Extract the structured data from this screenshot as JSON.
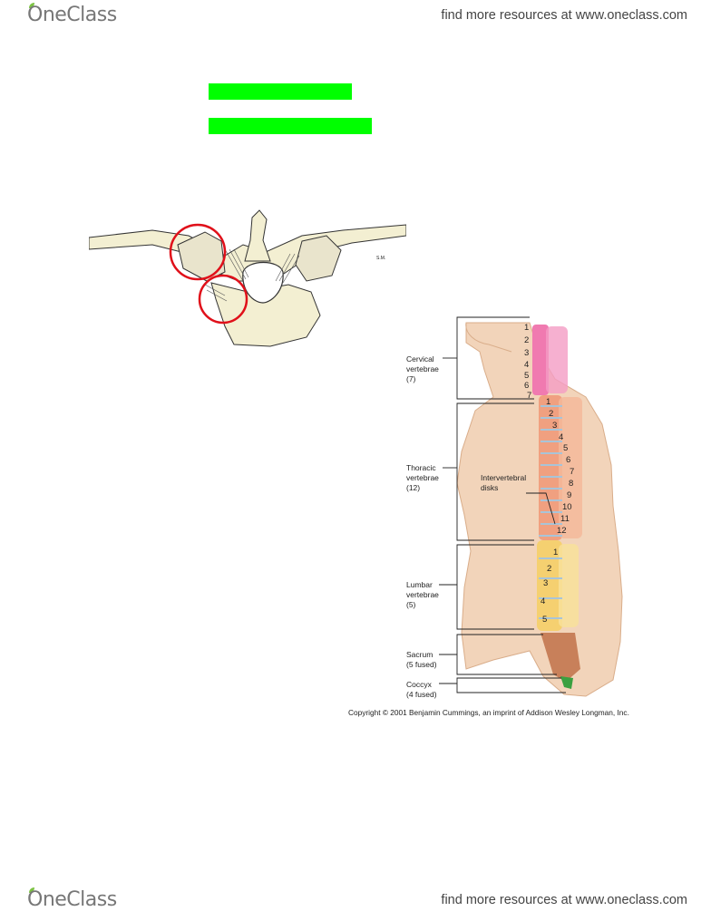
{
  "header": {
    "logo": "OneClass",
    "link": "find more resources at www.oneclass.com"
  },
  "footer": {
    "logo": "OneClass",
    "link": "find more resources at www.oneclass.com"
  },
  "colors": {
    "highlight": "#00ff00",
    "circle": "#e0101a",
    "cervical": "#f07ab0",
    "thoracic": "#f0a080",
    "lumbar": "#f5d070",
    "sacrum": "#c8805a",
    "coccyx": "#3aa040",
    "disk": "#a8c4d8"
  },
  "figure2": {
    "labels": {
      "cervical": [
        "Cervical",
        "vertebrae",
        "(7)"
      ],
      "thoracic": [
        "Thoracic",
        "vertebrae",
        "(12)"
      ],
      "lumbar": [
        "Lumbar",
        "vertebrae",
        "(5)"
      ],
      "sacrum": [
        "Sacrum",
        "(5 fused)"
      ],
      "coccyx": [
        "Coccyx",
        "(4 fused)"
      ],
      "disks": [
        "Intervertebral",
        "disks"
      ]
    },
    "cervical_numbers": [
      "1",
      "2",
      "3",
      "4",
      "5",
      "6",
      "7"
    ],
    "thoracic_numbers": [
      "1",
      "2",
      "3",
      "4",
      "5",
      "6",
      "7",
      "8",
      "9",
      "10",
      "11",
      "12"
    ],
    "lumbar_numbers": [
      "1",
      "2",
      "3",
      "4",
      "5"
    ],
    "copyright": "Copyright © 2001 Benjamin Cummings, an imprint of Addison Wesley Longman, Inc."
  }
}
